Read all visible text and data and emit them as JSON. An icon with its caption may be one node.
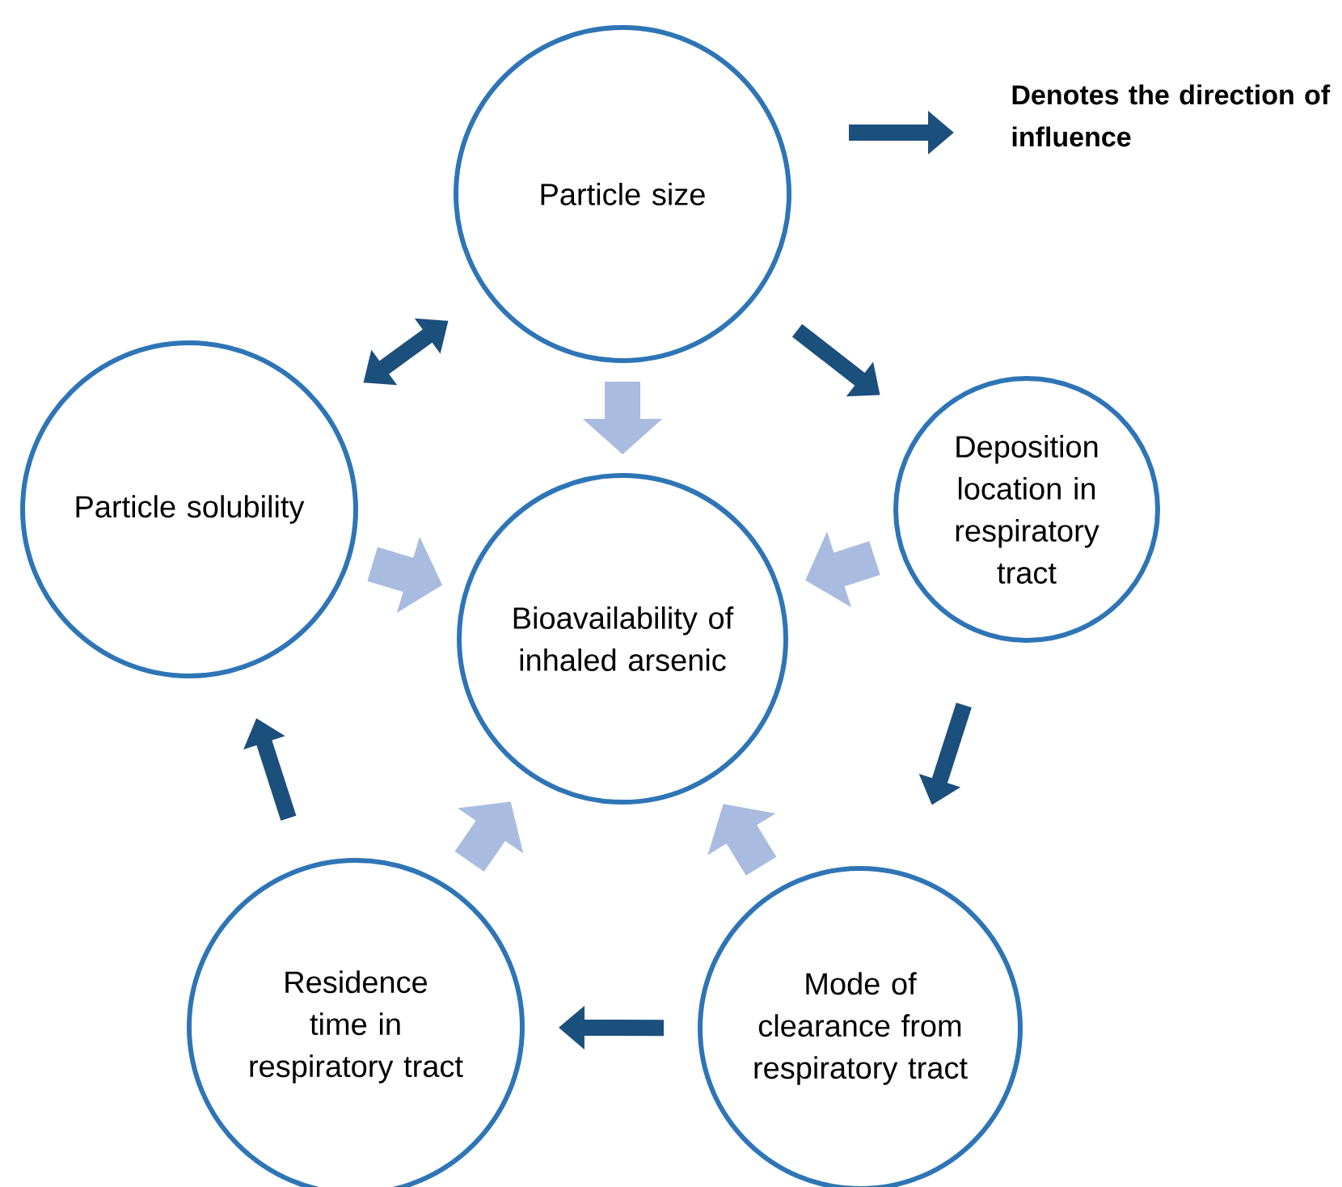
{
  "diagram": {
    "nodes": [
      {
        "text": [
          "Particle size"
        ]
      },
      {
        "text": [
          "Particle solubility"
        ]
      },
      {
        "text": [
          "Deposition location in respiratory tract"
        ]
      },
      {
        "text": [
          "Bioavailability of inhaled arsenic"
        ]
      },
      {
        "text": [
          "Residence time in respiratory tract"
        ]
      },
      {
        "text": [
          "Mode of clearance from respiratory tract"
        ]
      }
    ],
    "edges": [
      {
        "from": 0,
        "to": 1,
        "arrow": "both"
      },
      {
        "from": 0,
        "to": 2,
        "arrow": "to"
      },
      {
        "from": 0,
        "to": 3,
        "arrow": "to",
        "style": "thick",
        "color": "#a9bce0"
      },
      {
        "from": 1,
        "to": 3,
        "arrow": "to",
        "style": "thick",
        "color": "#a9bce0"
      },
      {
        "from": 2,
        "to": 3,
        "arrow": "to",
        "style": "thick",
        "color": "#a9bce0"
      },
      {
        "from": 2,
        "to": 5,
        "arrow": "to"
      },
      {
        "from": 4,
        "to": 3,
        "arrow": "to",
        "style": "thick",
        "color": "#a9bce0"
      },
      {
        "from": 5,
        "to": 3,
        "arrow": "to",
        "style": "thick",
        "color": "#a9bce0"
      },
      {
        "from": 5,
        "to": 4,
        "arrow": "to"
      },
      {
        "from": 4,
        "to": 1,
        "arrow": "to"
      }
    ],
    "legend": [
      {
        "text": "Denotes the direction of influence"
      }
    ]
  }
}
